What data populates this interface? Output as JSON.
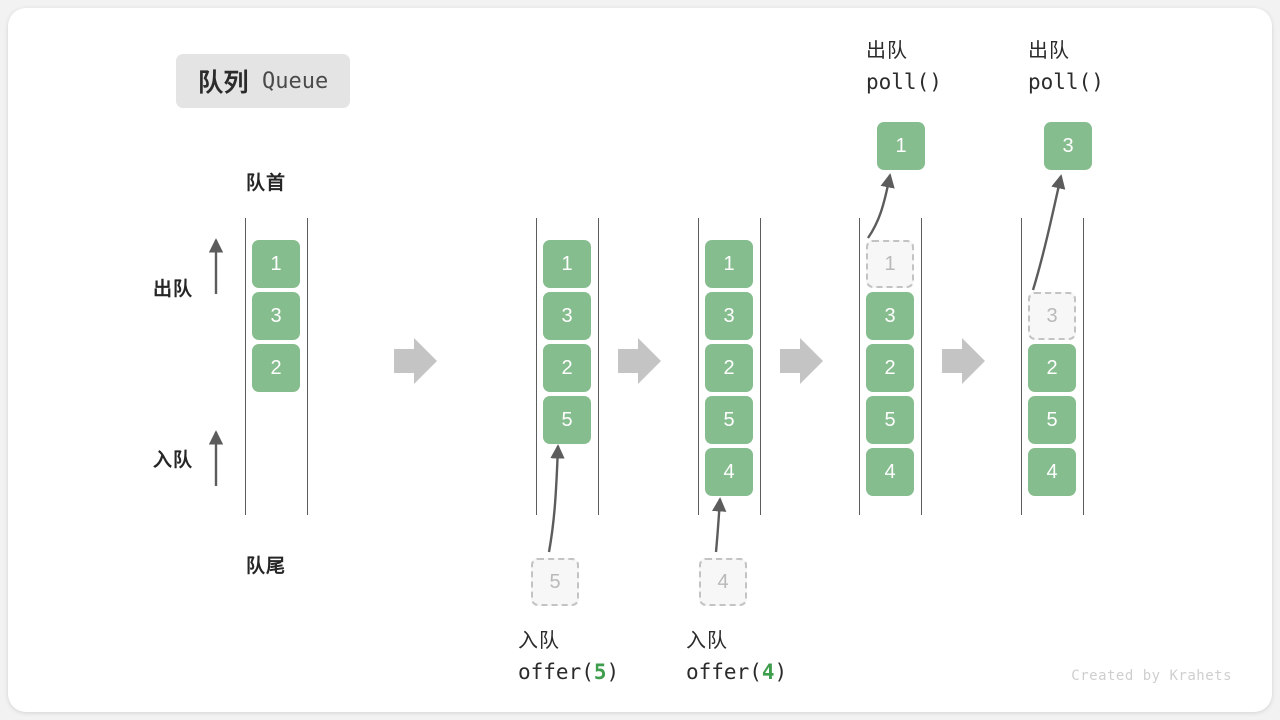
{
  "title": {
    "cn": "队列",
    "en": "Queue"
  },
  "colors": {
    "element_fill": "#86bd8e",
    "element_text": "#ffffff",
    "ghost_fill": "#f7f7f7",
    "ghost_border": "#c3c3c3",
    "ghost_text": "#b9b9b9",
    "rail": "#5c5c5c",
    "arrow": "#5c5c5c",
    "step_arrow": "#c4c4c4",
    "accent_green": "#3f9e4d",
    "badge_bg": "#e4e4e4"
  },
  "annotations": {
    "front": "队首",
    "rear": "队尾",
    "dequeue_side": "出队",
    "enqueue_side": "入队"
  },
  "steps": [
    {
      "id": "initial",
      "slots": [
        {
          "value": "1",
          "state": "filled"
        },
        {
          "value": "3",
          "state": "filled"
        },
        {
          "value": "2",
          "state": "filled"
        },
        {
          "value": "",
          "state": "empty"
        },
        {
          "value": "",
          "state": "empty"
        }
      ],
      "caption_top": null,
      "caption_bottom": null,
      "pending_box": null,
      "result_box": null
    },
    {
      "id": "offer-5",
      "slots": [
        {
          "value": "1",
          "state": "filled"
        },
        {
          "value": "3",
          "state": "filled"
        },
        {
          "value": "2",
          "state": "filled"
        },
        {
          "value": "5",
          "state": "filled"
        },
        {
          "value": "",
          "state": "empty"
        }
      ],
      "caption_top": null,
      "caption_bottom": {
        "line1": "入队",
        "op": "offer(",
        "arg": "5",
        "close": ")"
      },
      "pending_box": "5",
      "result_box": null
    },
    {
      "id": "offer-4",
      "slots": [
        {
          "value": "1",
          "state": "filled"
        },
        {
          "value": "3",
          "state": "filled"
        },
        {
          "value": "2",
          "state": "filled"
        },
        {
          "value": "5",
          "state": "filled"
        },
        {
          "value": "4",
          "state": "filled"
        }
      ],
      "caption_top": null,
      "caption_bottom": {
        "line1": "入队",
        "op": "offer(",
        "arg": "4",
        "close": ")"
      },
      "pending_box": "4",
      "result_box": null
    },
    {
      "id": "poll-1",
      "slots": [
        {
          "value": "1",
          "state": "ghost"
        },
        {
          "value": "3",
          "state": "filled"
        },
        {
          "value": "2",
          "state": "filled"
        },
        {
          "value": "5",
          "state": "filled"
        },
        {
          "value": "4",
          "state": "filled"
        }
      ],
      "caption_top": {
        "line1": "出队",
        "op": "poll(",
        "arg": "",
        "close": ")"
      },
      "caption_bottom": null,
      "pending_box": null,
      "result_box": "1"
    },
    {
      "id": "poll-3",
      "slots": [
        {
          "value": "",
          "state": "empty"
        },
        {
          "value": "3",
          "state": "ghost"
        },
        {
          "value": "2",
          "state": "filled"
        },
        {
          "value": "5",
          "state": "filled"
        },
        {
          "value": "4",
          "state": "filled"
        }
      ],
      "caption_top": {
        "line1": "出队",
        "op": "poll(",
        "arg": "",
        "close": ")"
      },
      "caption_bottom": null,
      "pending_box": null,
      "result_box": "3"
    }
  ],
  "credit": "Created by Krahets"
}
